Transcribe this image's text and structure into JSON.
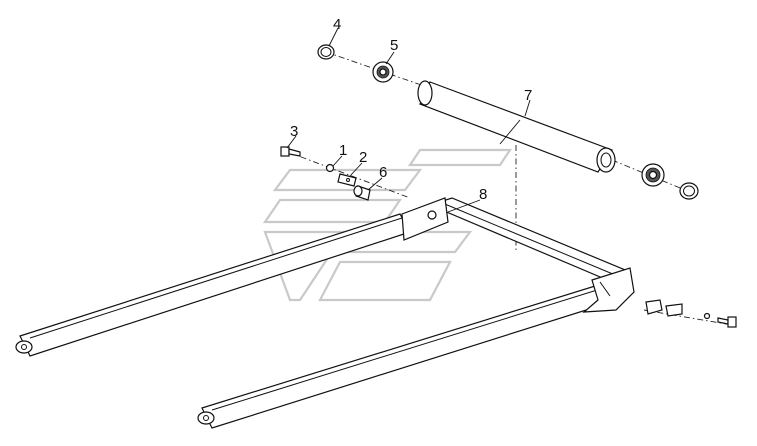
{
  "diagram": {
    "labels": [
      {
        "id": "label-4",
        "text": "4"
      },
      {
        "id": "label-5",
        "text": "5"
      },
      {
        "id": "label-7",
        "text": "7"
      },
      {
        "id": "label-3",
        "text": "3"
      },
      {
        "id": "label-1",
        "text": "1"
      },
      {
        "id": "label-2",
        "text": "2"
      },
      {
        "id": "label-6",
        "text": "6"
      },
      {
        "id": "label-8",
        "text": "8"
      }
    ]
  }
}
